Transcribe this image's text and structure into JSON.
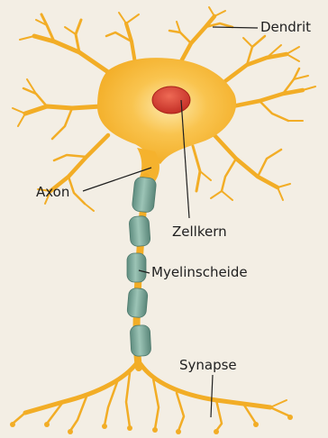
{
  "labels": {
    "dendrit": "Dendrit",
    "axon": "Axon",
    "zellkern": "Zellkern",
    "myelinscheide": "Myelinscheide",
    "synapse": "Synapse"
  },
  "colors": {
    "background": "#f3eee4",
    "neuron_body": "#f7b733",
    "neuron_highlight": "#fde8a8",
    "nucleus": "#d9362b",
    "myelin": "#7fa99a",
    "leader_line": "#1f1f1f"
  }
}
